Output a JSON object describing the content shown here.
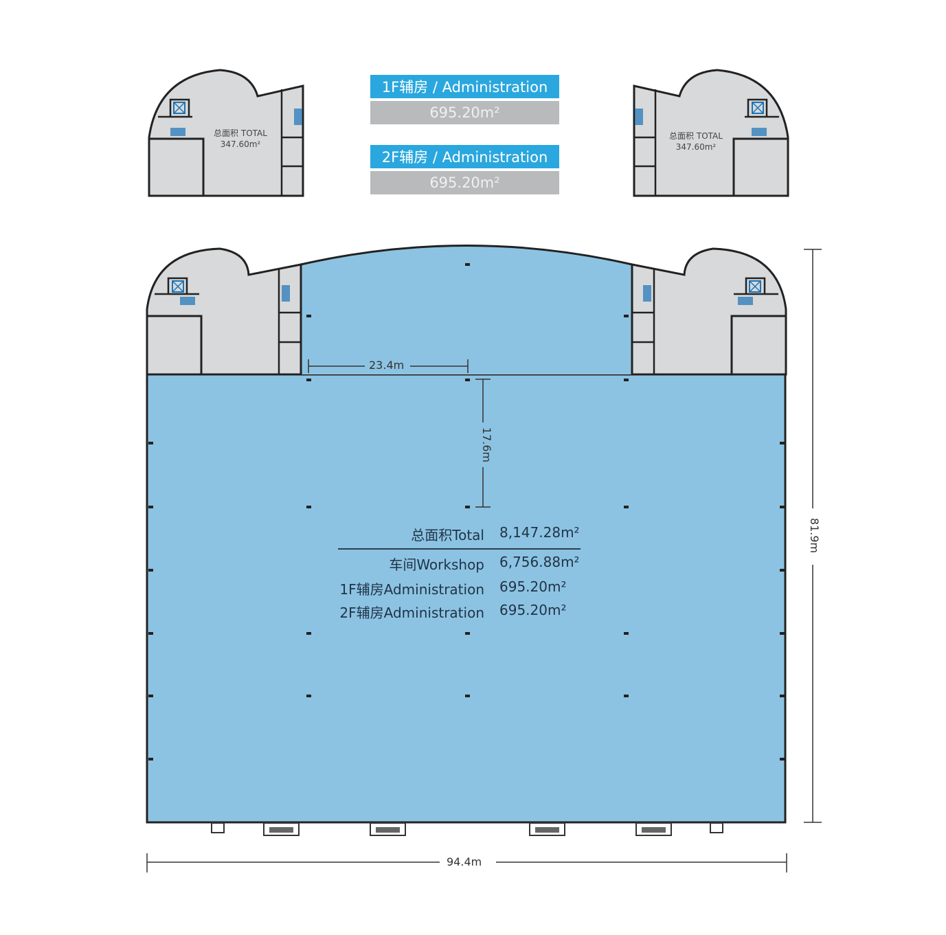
{
  "labels": [
    {
      "title": "1F辅房  / Administration",
      "area": "695.20m²"
    },
    {
      "title": "2F辅房  / Administration",
      "area": "695.20m²"
    }
  ],
  "mini_plans": [
    {
      "label": "总面积 TOTAL",
      "area": "347.60m²"
    },
    {
      "label": "总面积 TOTAL",
      "area": "347.60m²"
    }
  ],
  "summary": {
    "total": {
      "label": "总面积Total",
      "value": "8,147.28m²"
    },
    "rows": [
      {
        "label": "车间Workshop",
        "value": "6,756.88m²"
      },
      {
        "label": "1F辅房Administration",
        "value": "695.20m²"
      },
      {
        "label": "2F辅房Administration",
        "value": "695.20m²"
      }
    ]
  },
  "dimensions": {
    "width": "94.4m",
    "depth": "81.9m",
    "bay_width": "23.4m",
    "bay_depth": "17.6m"
  },
  "colors": {
    "workshop": "#8dc3e2",
    "admin": "#d8d9da",
    "label_blue": "#2aa7de",
    "label_gray": "#b9babc"
  }
}
